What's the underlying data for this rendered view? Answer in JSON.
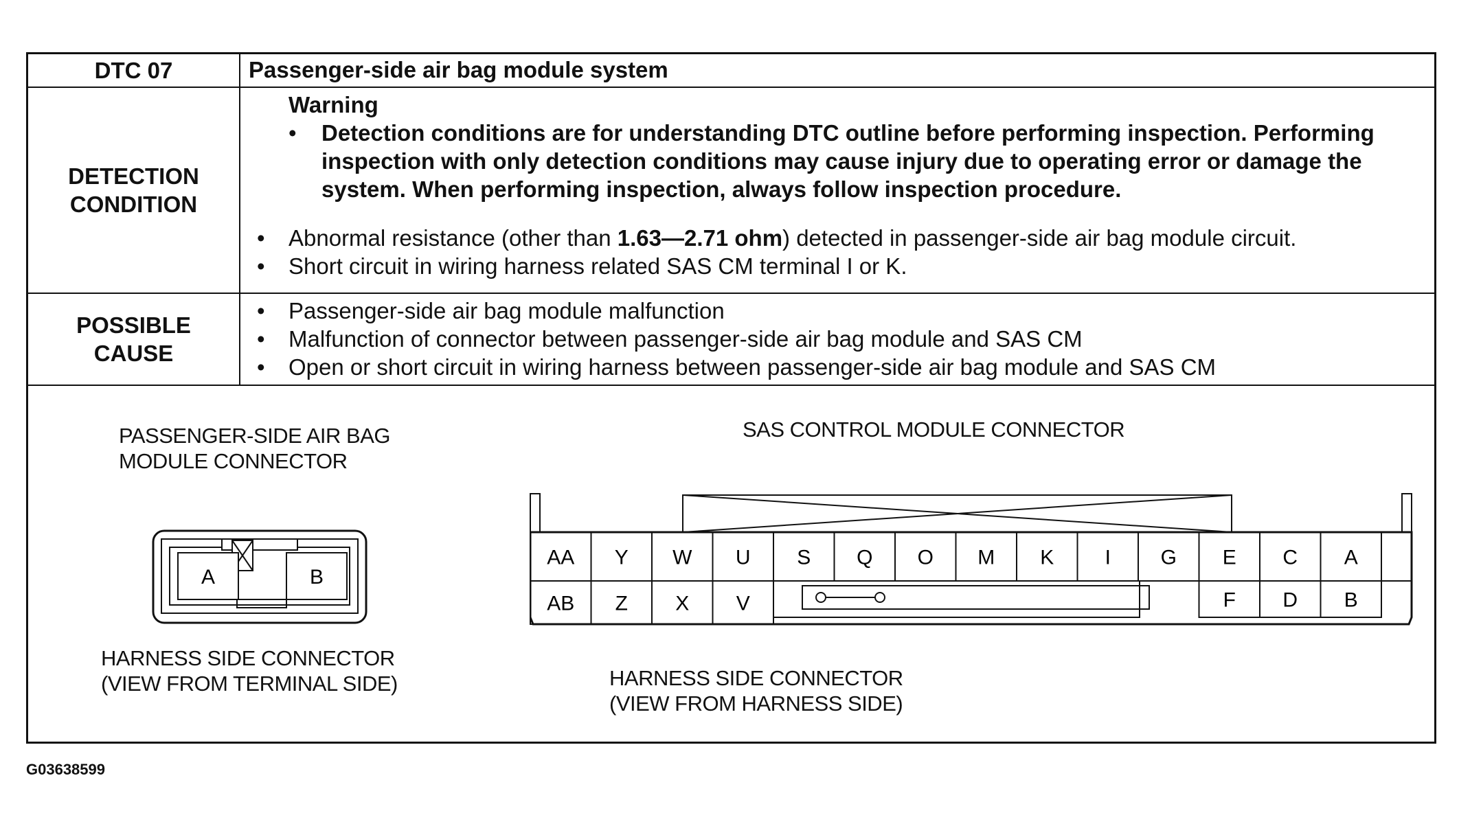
{
  "header": {
    "dtc": "DTC 07",
    "title": "Passenger-side air bag module system"
  },
  "detection": {
    "label_line1": "DETECTION",
    "label_line2": "CONDITION",
    "warning_heading": "Warning",
    "warning_item": "Detection conditions are for understanding DTC outline before performing inspection. Performing inspection with only detection conditions may cause injury due to operating error or damage the system. When performing inspection, always follow inspection procedure.",
    "item1_before": "Abnormal resistance (other than ",
    "item1_value": "1.63—2.71 ohm",
    "item1_after": ") detected in passenger-side air bag module circuit.",
    "item2": "Short circuit in wiring harness related SAS CM terminal I or K."
  },
  "possible_cause": {
    "label_line1": "POSSIBLE",
    "label_line2": "CAUSE",
    "items": [
      "Passenger-side air bag module malfunction",
      "Malfunction of connector between passenger-side air bag module and SAS CM",
      "Open or short circuit in wiring harness between passenger-side air bag module and SAS CM"
    ]
  },
  "figures": {
    "left": {
      "title_line1": "PASSENGER-SIDE AIR BAG",
      "title_line2": "MODULE CONNECTOR",
      "terminals": [
        "A",
        "B"
      ],
      "caption_line1": "HARNESS SIDE CONNECTOR",
      "caption_line2": "(VIEW FROM TERMINAL SIDE)"
    },
    "right": {
      "title": "SAS CONTROL MODULE CONNECTOR",
      "top_row": [
        "AA",
        "Y",
        "W",
        "U",
        "S",
        "Q",
        "O",
        "M",
        "K",
        "I",
        "G",
        "E",
        "C",
        "A"
      ],
      "bottom_row_left": [
        "AB",
        "Z",
        "X",
        "V"
      ],
      "bottom_row_right": [
        "F",
        "D",
        "B"
      ],
      "caption_line1": "HARNESS SIDE CONNECTOR",
      "caption_line2": "(VIEW FROM HARNESS SIDE)"
    }
  },
  "figure_code": "G03638599"
}
